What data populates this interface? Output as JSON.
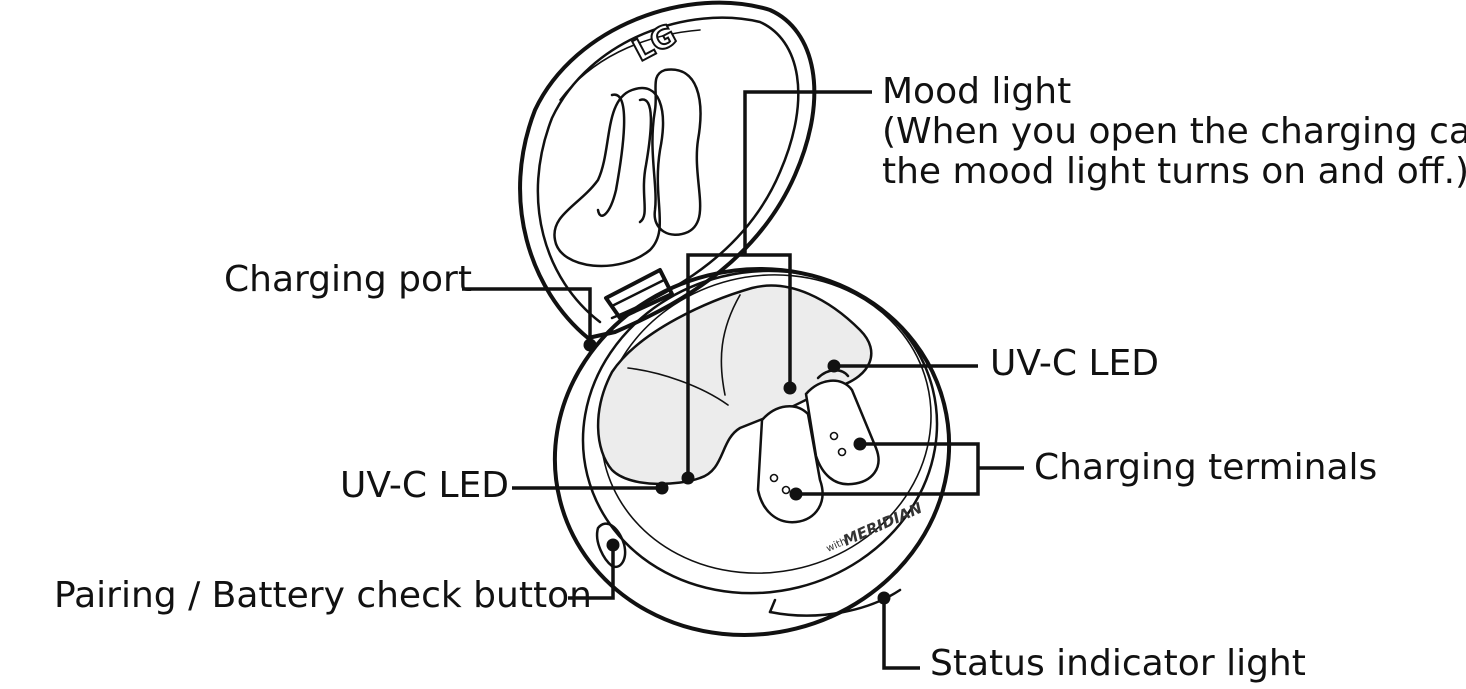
{
  "labels": {
    "mood_light_title": "Mood light",
    "mood_light_note_line1": "(When you open the charging case,",
    "mood_light_note_line2": "the mood light turns on and off.)",
    "charging_port": "Charging port",
    "uvc_led_right": "UV-C LED",
    "uvc_led_left": "UV-C LED",
    "charging_terminals": "Charging terminals",
    "pairing_button": "Pairing / Battery check button",
    "status_light": "Status indicator light"
  },
  "case_branding": {
    "lid_logo": "LG",
    "base_logo_prefix": "with",
    "base_logo": "MERIDIAN"
  },
  "icons": {
    "earbud_case": "earbud-charging-case-illustration"
  }
}
